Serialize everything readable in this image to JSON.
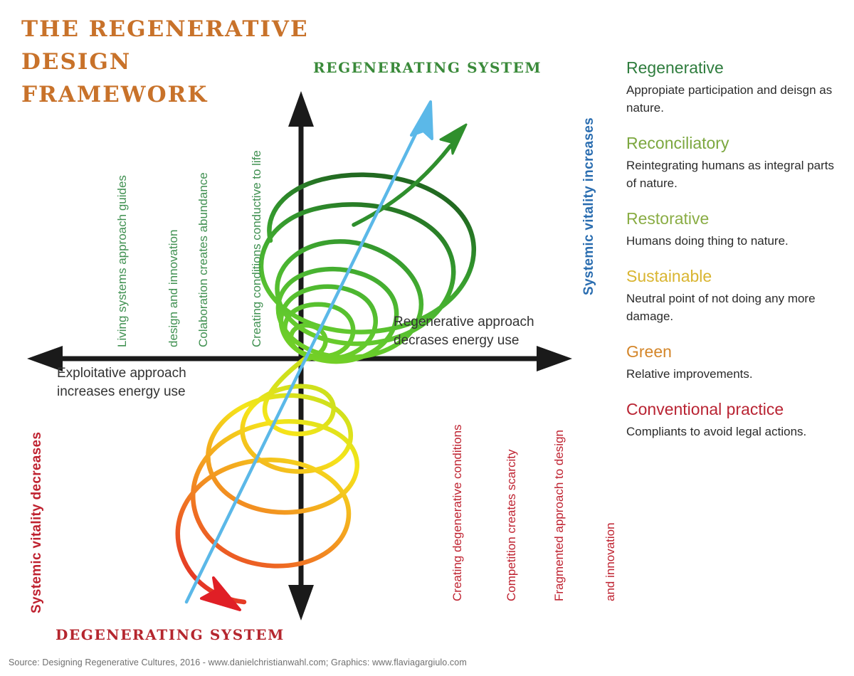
{
  "title": "THE REGENERATIVE DESIGN\nFRAMEWORK",
  "title_color": "#c8722a",
  "diagram": {
    "top_system_label": "REGENERATING SYSTEM",
    "top_system_color": "#3a8a3a",
    "bottom_system_label": "DEGENERATING SYSTEM",
    "bottom_system_color": "#b5262e",
    "axis": {
      "left_caption": "Exploitative approach\nincreases energy use",
      "right_caption": "Regenerative approach\ndecrases energy use",
      "vertical_up_label": "Systemic vitality increases",
      "vertical_up_color": "#2a6db0",
      "vertical_down_label": "Systemic vitality decreases",
      "vertical_down_color": "#bf2230"
    },
    "upper_labels": [
      {
        "line1": "Living systems approach guides",
        "line2": "design and innovation"
      },
      {
        "line1": "Colaboration creates abundance",
        "line2": ""
      },
      {
        "line1": "Creating conditions conductive to life",
        "line2": ""
      }
    ],
    "upper_label_color": "#3f9050",
    "lower_labels": [
      {
        "line1": "Creating degenerative conditions",
        "line2": ""
      },
      {
        "line1": "Competition creates scarcity",
        "line2": ""
      },
      {
        "line1": "Fragmented approach to design",
        "line2": "and innovation"
      }
    ],
    "lower_label_color": "#bf2230"
  },
  "chart_data": {
    "type": "diagram",
    "title": "THE REGENERATIVE DESIGN FRAMEWORK",
    "xlabel": "Energy use (left: increases, right: decreases)",
    "ylabel": "Systemic vitality",
    "description": "Double-cone spiral (helix) crossing the origin of a two-axis quadrant chart; the spiral widens upward toward a regenerating system and widens downward toward a degenerating system, with a straight blue trajectory line running diagonally through it.",
    "spiral_upper_color_stops": [
      "#7ed321",
      "#55c436",
      "#3fae31",
      "#2f8f2d",
      "#246b22"
    ],
    "spiral_lower_color_stops": [
      "#f2e41a",
      "#f4a81f",
      "#ef6f23",
      "#e8412a",
      "#e01f26"
    ],
    "trajectory_line_color": "#5bb8e8",
    "axis_color": "#1a1a1a"
  },
  "legend": [
    {
      "term": "Regenerative",
      "color": "#2f7d3e",
      "desc": "Appropiate participation and deisgn as nature."
    },
    {
      "term": "Reconciliatory",
      "color": "#7ca73f",
      "desc": "Reintegrating humans as integral parts of nature."
    },
    {
      "term": "Restorative",
      "color": "#8aad45",
      "desc": "Humans doing thing to nature."
    },
    {
      "term": "Sustainable",
      "color": "#d9b531",
      "desc": "Neutral point of not doing any more damage."
    },
    {
      "term": "Green",
      "color": "#d4862a",
      "desc": "Relative improvements."
    },
    {
      "term": "Conventional practice",
      "color": "#b92433",
      "desc": "Compliants to avoid legal actions."
    }
  ],
  "footer": "Source: Designing Regenerative Cultures, 2016 - www.danielchristianwahl.com; Graphics: www.flaviagargiulo.com"
}
